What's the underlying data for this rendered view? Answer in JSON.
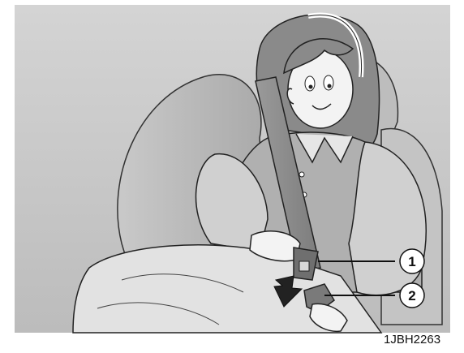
{
  "figure": {
    "callouts": [
      {
        "label": "1"
      },
      {
        "label": "2"
      }
    ],
    "image_code": "1JBH2263"
  }
}
